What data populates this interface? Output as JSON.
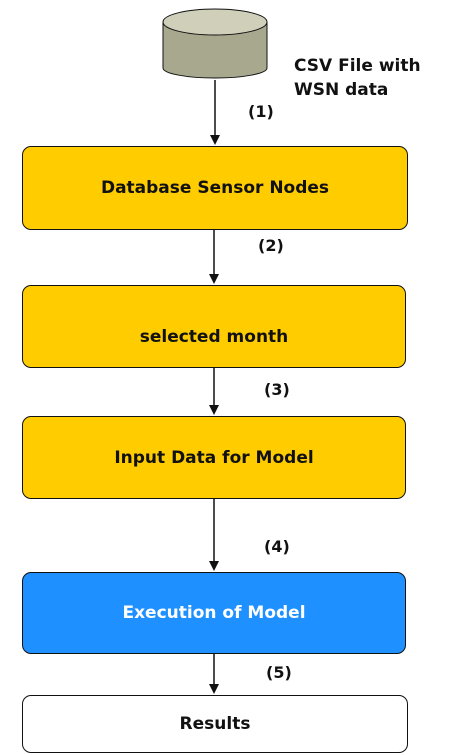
{
  "source": {
    "label_lines": [
      "CSV File with",
      "WSN data"
    ]
  },
  "nodes": [
    {
      "label": "Database Sensor Nodes"
    },
    {
      "label": "selected month"
    },
    {
      "label": "Input Data for Model"
    },
    {
      "label": "Execution of Model"
    },
    {
      "label": "Results"
    }
  ],
  "steps": [
    "(1)",
    "(2)",
    "(3)",
    "(4)",
    "(5)"
  ],
  "colors": {
    "process_fill": "#FFCC00",
    "execution_fill": "#1E90FF",
    "results_fill": "#FFFFFF",
    "database_top": "#CFCFBA",
    "database_body": "#A8A88F",
    "stroke": "#111111"
  },
  "icons": {
    "source": "database-cylinder-icon"
  }
}
